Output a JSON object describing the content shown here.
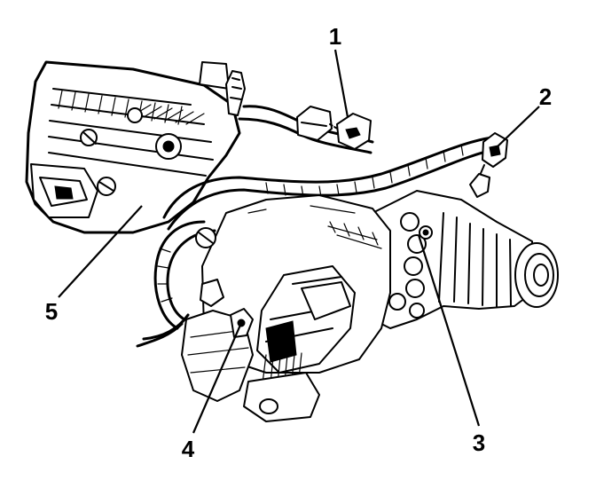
{
  "diagram": {
    "callouts": [
      {
        "id": "1",
        "label": "1"
      },
      {
        "id": "2",
        "label": "2"
      },
      {
        "id": "3",
        "label": "3"
      },
      {
        "id": "4",
        "label": "4"
      },
      {
        "id": "5",
        "label": "5"
      }
    ],
    "colors": {
      "ink": "#000000",
      "background": "#ffffff"
    }
  }
}
